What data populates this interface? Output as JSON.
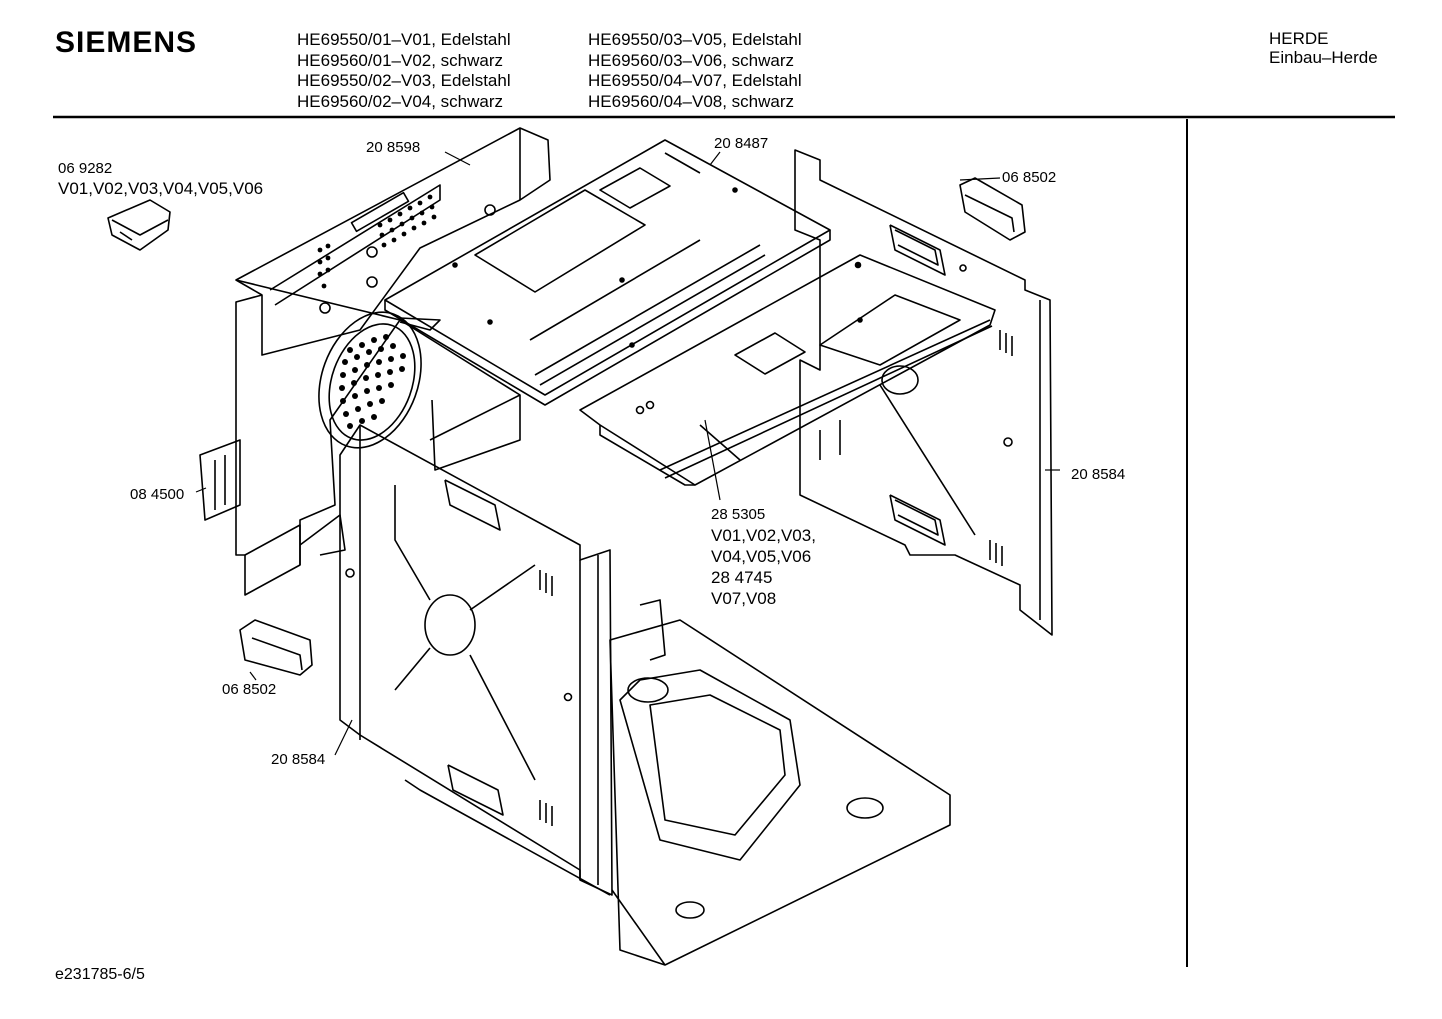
{
  "header": {
    "brand": "SIEMENS",
    "models_col1": [
      "HE69550/01–V01, Edelstahl",
      "HE69560/01–V02, schwarz",
      "HE69550/02–V03, Edelstahl",
      "HE69560/02–V04, schwarz"
    ],
    "models_col2": [
      "HE69550/03–V05, Edelstahl",
      "HE69560/03–V06, schwarz",
      "HE69550/04–V07, Edelstahl",
      "HE69560/04–V08, schwarz"
    ],
    "category": "HERDE",
    "subcategory": "Einbau–Herde"
  },
  "parts": {
    "p069282": {
      "number": "06 9282",
      "variants": "V01,V02,V03,V04,V05,V06"
    },
    "p208598": {
      "number": "20 8598"
    },
    "p208487": {
      "number": "20 8487"
    },
    "p068502_top": {
      "number": "06 8502"
    },
    "p084500": {
      "number": "08 4500"
    },
    "p208584_right": {
      "number": "20 8584"
    },
    "p285305": {
      "lines": [
        "28 5305",
        "V01,V02,V03,",
        "V04,V05,V06",
        "28 4745",
        "V07,V08"
      ]
    },
    "p068502_bottom": {
      "number": "06 8502"
    },
    "p208584_left": {
      "number": "20 8584"
    }
  },
  "footer": {
    "code": "e231785-6/5"
  }
}
